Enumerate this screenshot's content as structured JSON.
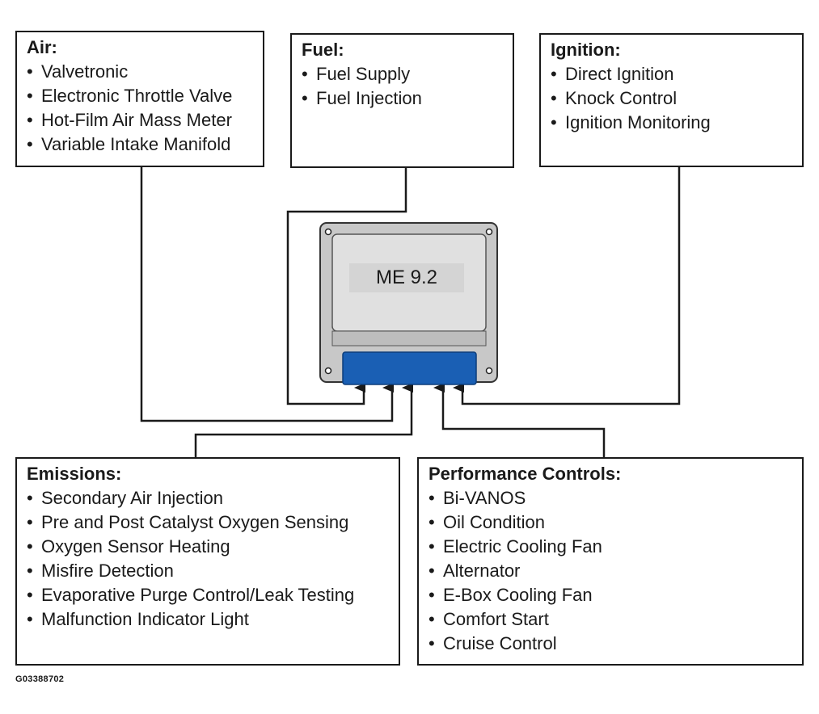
{
  "air": {
    "title": "Air:",
    "items": [
      "Valvetronic",
      "Electronic Throttle Valve",
      "Hot-Film Air Mass Meter",
      "Variable Intake Manifold"
    ]
  },
  "fuel": {
    "title": "Fuel:",
    "items": [
      "Fuel Supply",
      "Fuel Injection"
    ]
  },
  "ignition": {
    "title": "Ignition:",
    "items": [
      "Direct Ignition",
      "Knock Control",
      "Ignition Monitoring"
    ]
  },
  "emissions": {
    "title": "Emissions:",
    "items": [
      "Secondary Air Injection",
      "Pre and Post Catalyst Oxygen Sensing",
      "Oxygen Sensor Heating",
      "Misfire Detection",
      "Evaporative Purge Control/Leak Testing",
      "Malfunction Indicator Light"
    ]
  },
  "performance": {
    "title": "Performance Controls:",
    "items": [
      "Bi-VANOS",
      "Oil Condition",
      "Electric Cooling Fan",
      "Alternator",
      "E-Box Cooling Fan",
      "Comfort Start",
      "Cruise Control"
    ]
  },
  "ecu": {
    "label": "ME 9.2",
    "colors": {
      "housing": "#c8c8c8",
      "face": "#e0e0e0",
      "connector": "#1a5fb4"
    }
  },
  "bullet_symbol": "•",
  "figure_id": "G03388702"
}
